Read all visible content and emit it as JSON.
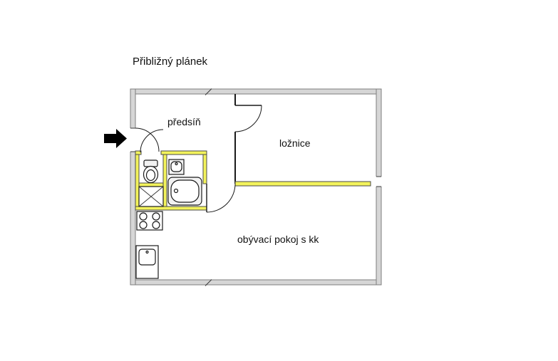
{
  "title": "Přibližný plánek",
  "rooms": {
    "hallway": "předsíň",
    "bedroom": "ložnice",
    "living_room": "obývací pokoj s kk"
  },
  "colors": {
    "background": "#ffffff",
    "outer_wall_fill": "#d6d6d6",
    "outer_wall_stroke": "#7d7d7d",
    "highlight_wall": "#f3f35c",
    "interior_line": "#1a1a1a",
    "entrance_arrow": "#000000",
    "text": "#111111"
  },
  "icons": {
    "entrance_arrow": "solid black right-pointing arrow marking the flat entrance",
    "toilet": "WC bowl with cistern",
    "washbasin": "small square basin in bathroom",
    "bathtub": "rounded rectangle tub",
    "shaft_cross": "installation shaft box with X cross",
    "stove": "four-burner cooktop",
    "kitchen_sink": "kitchen sink cabinet",
    "door_arc": "door swing quarter-circle"
  }
}
